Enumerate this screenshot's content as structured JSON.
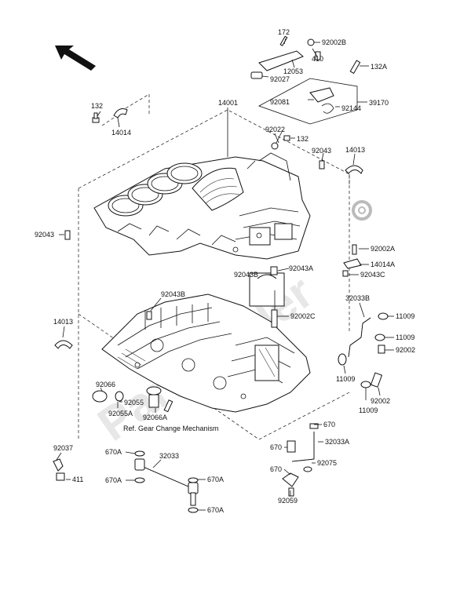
{
  "labels": {
    "p172": "172",
    "p92002B": "92002B",
    "p410": "410",
    "p12053": "12053",
    "p92027": "92027",
    "p132A": "132A",
    "p92081": "92081",
    "p92144": "92144",
    "p39170": "39170",
    "p132_top": "132",
    "p14014": "14014",
    "p14001": "14001",
    "p92022": "92022",
    "p132_mid": "132",
    "p92043_r": "92043",
    "p14013_r": "14013",
    "p92043_l": "92043",
    "p92002A": "92002A",
    "p14014A": "14014A",
    "p92043C": "92043C",
    "p92043B_a": "92043B",
    "p92043A": "92043A",
    "p92043B_b": "92043B",
    "p92002C": "92002C",
    "p32033B": "32033B",
    "p11009_a": "11009",
    "p11009_b": "11009",
    "p92002_a": "92002",
    "p14013_l": "14013",
    "p11009_c": "11009",
    "p92066": "92066",
    "p92055": "92055",
    "p92055A": "92055A",
    "p92066A": "92066A",
    "p11009_d": "11009",
    "p92002_b": "92002",
    "ref_note": "Ref. Gear Change Mechanism",
    "p670_r1": "670",
    "p32033A": "32033A",
    "p92037": "92037",
    "p670A_1": "670A",
    "p32033": "32033",
    "p670_r2": "670",
    "p411": "411",
    "p92075": "92075",
    "p670A_2": "670A",
    "p670A_3": "670A",
    "p670_r3": "670",
    "p670A_4": "670A",
    "p92059": "92059"
  },
  "watermark": "Partsfinder"
}
